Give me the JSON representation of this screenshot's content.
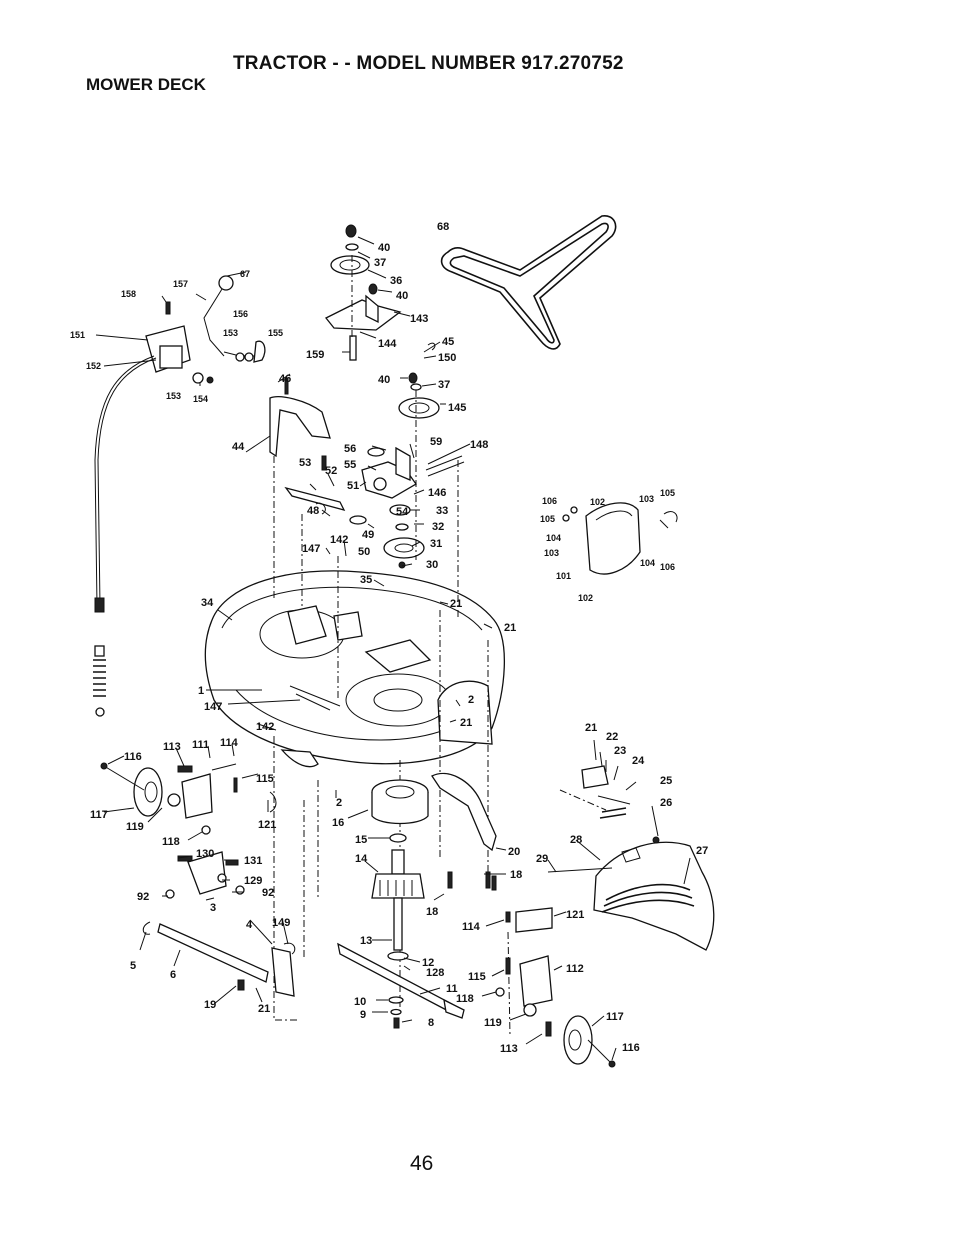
{
  "header": {
    "title": "TRACTOR - - MODEL NUMBER 917.270752",
    "section": "MOWER DECK"
  },
  "footer": {
    "page_number": "46"
  },
  "callouts": [
    "40",
    "37",
    "36",
    "40",
    "143",
    "144",
    "159",
    "45",
    "150",
    "40",
    "37",
    "145",
    "68",
    "67",
    "157",
    "158",
    "156",
    "153",
    "155",
    "151",
    "152",
    "153",
    "154",
    "46",
    "44",
    "56",
    "59",
    "148",
    "55",
    "53",
    "52",
    "51",
    "146",
    "48",
    "54",
    "33",
    "49",
    "32",
    "142",
    "50",
    "31",
    "147",
    "30",
    "35",
    "21",
    "21",
    "34",
    "1",
    "147",
    "2",
    "21",
    "106",
    "102",
    "103",
    "105",
    "105",
    "104",
    "103",
    "104",
    "106",
    "101",
    "102",
    "142",
    "113",
    "111",
    "114",
    "116",
    "115",
    "117",
    "119",
    "121",
    "118",
    "2",
    "16",
    "15",
    "14",
    "20",
    "18",
    "18",
    "21",
    "22",
    "23",
    "24",
    "25",
    "26",
    "28",
    "29",
    "27",
    "130",
    "131",
    "129",
    "92",
    "92",
    "3",
    "4",
    "149",
    "13",
    "12",
    "128",
    "11",
    "10",
    "9",
    "8",
    "5",
    "6",
    "19",
    "21",
    "114",
    "121",
    "115",
    "112",
    "118",
    "119",
    "117",
    "113",
    "116"
  ]
}
